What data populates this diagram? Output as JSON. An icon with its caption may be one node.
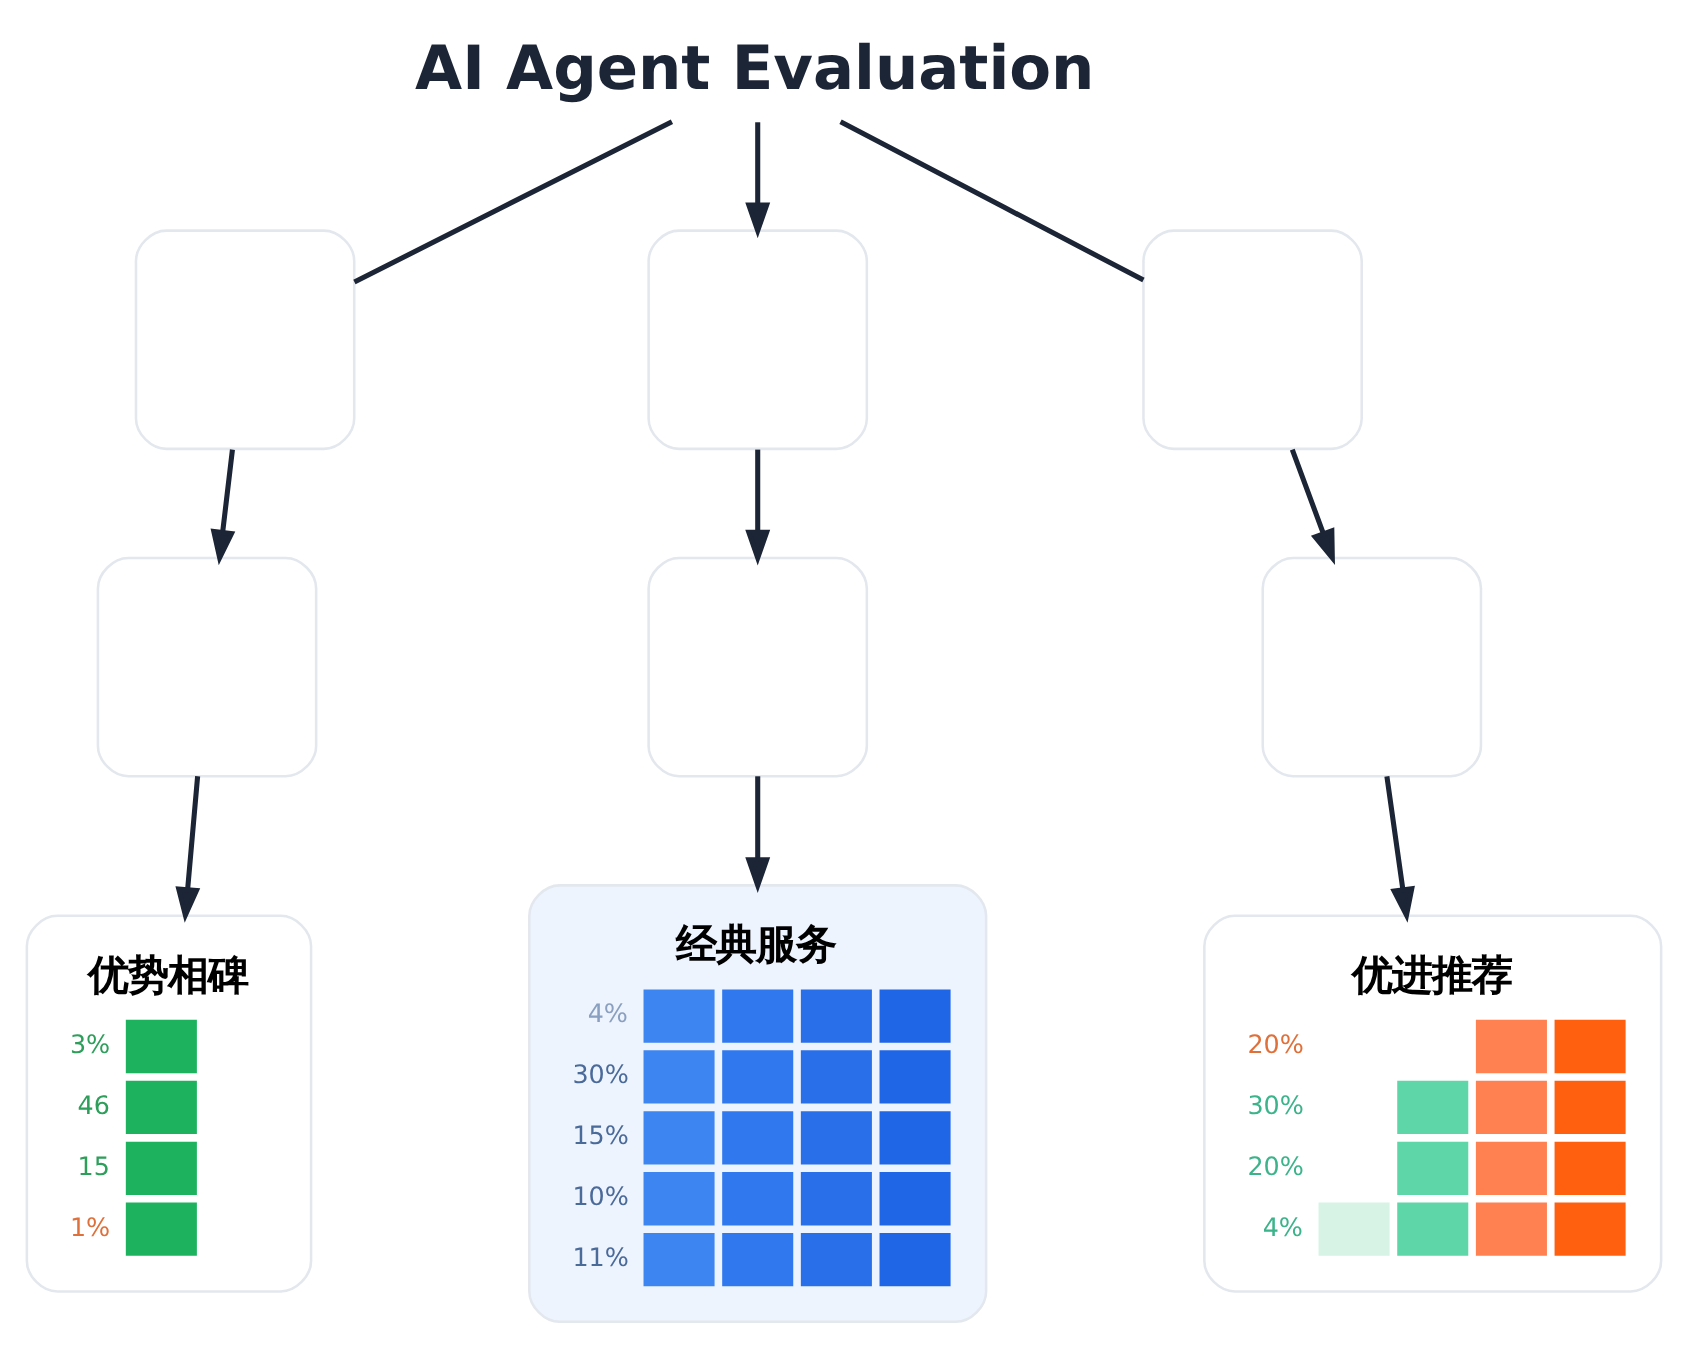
{
  "diagram": {
    "nodes": [
      {
        "text": [
          "AI Agent Evaluation"
        ]
      },
      {
        "text": [],
        "shape": "box"
      },
      {
        "text": [],
        "shape": "box"
      },
      {
        "text": [],
        "shape": "box"
      },
      {
        "text": [],
        "shape": "box"
      },
      {
        "text": [],
        "shape": "box"
      },
      {
        "text": [],
        "shape": "box"
      },
      {
        "text": [
          "优势相碑",
          "3%",
          "46",
          "15",
          "1%"
        ]
      },
      {
        "text": [
          "经典服务",
          "4%",
          "30%",
          "15%",
          "10%",
          "11%"
        ]
      },
      {
        "text": [
          "优进推荐",
          "20%",
          "30%",
          "20%",
          "4%"
        ]
      }
    ],
    "edges": [
      {
        "from": 0,
        "to": 1,
        "arrow": "none"
      },
      {
        "from": 0,
        "to": 2,
        "arrow": "to"
      },
      {
        "from": 0,
        "to": 3,
        "arrow": "none"
      },
      {
        "from": 1,
        "to": 4,
        "arrow": "to"
      },
      {
        "from": 2,
        "to": 5,
        "arrow": "to"
      },
      {
        "from": 3,
        "to": 6,
        "arrow": "to"
      },
      {
        "from": 4,
        "to": 7,
        "arrow": "to"
      },
      {
        "from": 5,
        "to": 8,
        "arrow": "to"
      },
      {
        "from": 6,
        "to": 9,
        "arrow": "to"
      }
    ]
  }
}
